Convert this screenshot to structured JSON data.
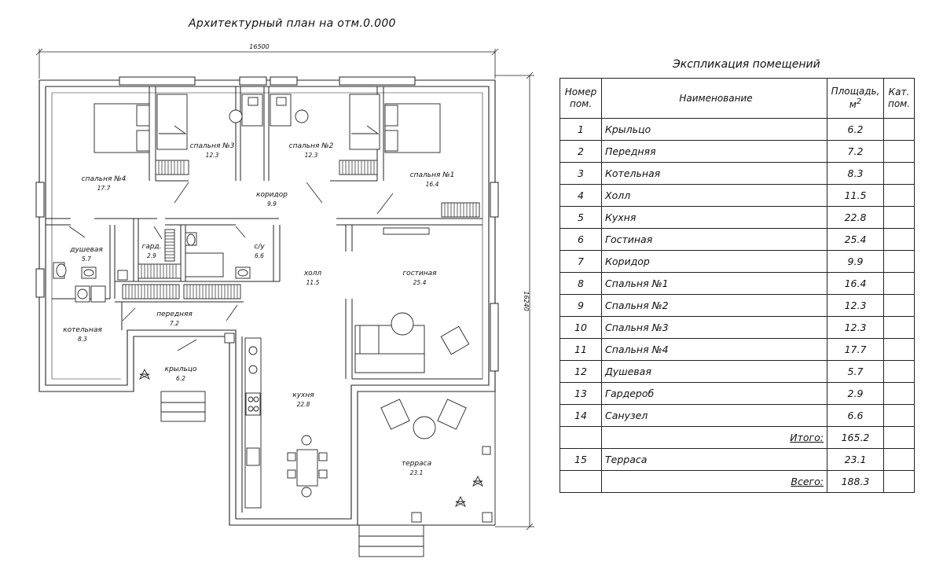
{
  "plan": {
    "title": "Архитектурный план на отм.0.000",
    "dim_width": "16500",
    "dim_height": "16240",
    "rooms": [
      {
        "id": "bedroom4",
        "name": "спальня №4",
        "area": "17.7"
      },
      {
        "id": "bedroom3",
        "name": "спальня №3",
        "area": "12.3"
      },
      {
        "id": "bedroom2",
        "name": "спальня №2",
        "area": "12.3"
      },
      {
        "id": "bedroom1",
        "name": "спальня №1",
        "area": "16.4"
      },
      {
        "id": "corridor",
        "name": "коридор",
        "area": "9.9"
      },
      {
        "id": "shower",
        "name": "душевая",
        "area": "5.7"
      },
      {
        "id": "wardrobe",
        "name": "гард.",
        "area": "2.9"
      },
      {
        "id": "wc",
        "name": "с/у",
        "area": "6.6"
      },
      {
        "id": "hall",
        "name": "холл",
        "area": "11.5"
      },
      {
        "id": "living",
        "name": "гостиная",
        "area": "25.4"
      },
      {
        "id": "boiler",
        "name": "котельная",
        "area": "8.3"
      },
      {
        "id": "front",
        "name": "передняя",
        "area": "7.2"
      },
      {
        "id": "porch",
        "name": "крыльцо",
        "area": "6.2"
      },
      {
        "id": "kitchen",
        "name": "кухня",
        "area": "22.8"
      },
      {
        "id": "terrace",
        "name": "терраса",
        "area": "23.1"
      }
    ]
  },
  "table": {
    "title": "Экспликация помещений",
    "headers": {
      "num": "Номер пом.",
      "name": "Наименование",
      "area": "Площадь, м",
      "area_sup": "2",
      "cat": "Кат. пом."
    },
    "rows": [
      {
        "num": "1",
        "name": "Крыльцо",
        "area": "6.2"
      },
      {
        "num": "2",
        "name": "Передняя",
        "area": "7.2"
      },
      {
        "num": "3",
        "name": "Котельная",
        "area": "8.3"
      },
      {
        "num": "4",
        "name": "Холл",
        "area": "11.5"
      },
      {
        "num": "5",
        "name": "Кухня",
        "area": "22.8"
      },
      {
        "num": "6",
        "name": "Гостиная",
        "area": "25.4"
      },
      {
        "num": "7",
        "name": "Коридор",
        "area": "9.9"
      },
      {
        "num": "8",
        "name": "Спальня №1",
        "area": "16.4"
      },
      {
        "num": "9",
        "name": "Спальня №2",
        "area": "12.3"
      },
      {
        "num": "10",
        "name": "Спальня №3",
        "area": "12.3"
      },
      {
        "num": "11",
        "name": "Спальня №4",
        "area": "17.7"
      },
      {
        "num": "12",
        "name": "Душевая",
        "area": "5.7"
      },
      {
        "num": "13",
        "name": "Гардероб",
        "area": "2.9"
      },
      {
        "num": "14",
        "name": "Санузел",
        "area": "6.6"
      }
    ],
    "subtotal_label": "Итого:",
    "subtotal": "165.2",
    "terrace_row": {
      "num": "15",
      "name": "Терраса",
      "area": "23.1"
    },
    "total_label": "Всего:",
    "total": "188.3"
  }
}
